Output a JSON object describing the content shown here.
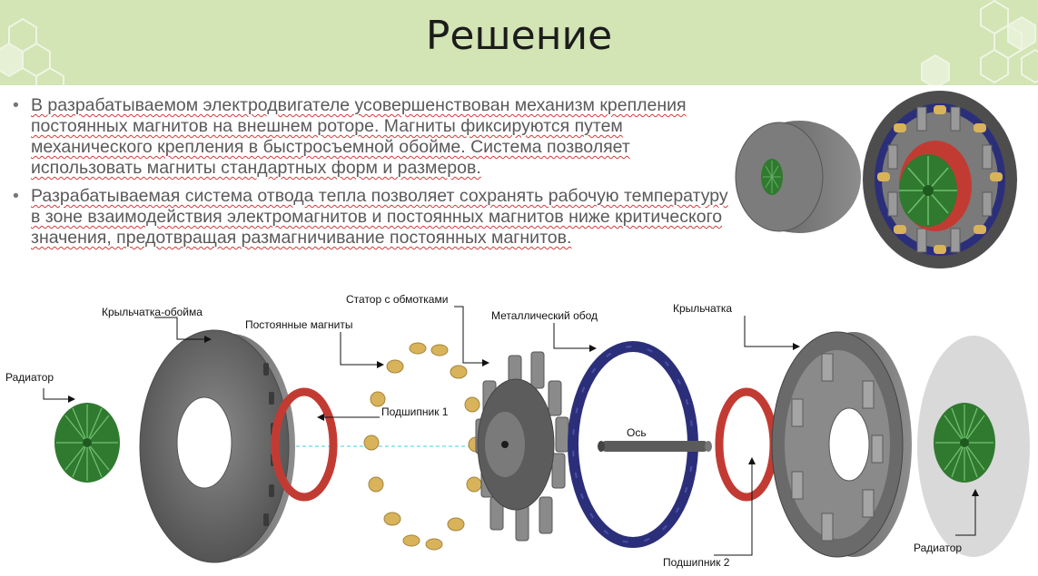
{
  "title": "Решение",
  "bullets": [
    "В разрабатываемом электродвигателе  усовершенствован механизм крепления постоянных магнитов на внешнем роторе. Магниты фиксируются путем механического крепления в быстросъемной обойме. Система позволяет использовать магниты стандартных форм и размеров.",
    "Разрабатываемая система отвода тепла  позволяет сохранять рабочую температуру в зоне взаимодействия электромагнитов и постоянных магнитов ниже  критического значения, предотвращая размагничивание постоянных магнитов."
  ],
  "labels": {
    "radiator_left": "Радиатор",
    "impeller_cage": "Крыльчатка-обойма",
    "permanent_magnets": "Постоянные магниты",
    "stator": "Статор с обмотками",
    "bearing1": "Подшипник 1",
    "metal_rim": "Металлический обод",
    "axis": "Ось",
    "impeller": "Крыльчатка",
    "bearing2": "Подшипник 2",
    "radiator_right": "Радиатор"
  },
  "colors": {
    "header_bg": "#d3e4b5",
    "radiator_green": "#2f7a2f",
    "ring_red": "#c23b33",
    "rim_blue": "#2b2f7a",
    "magnet_gold": "#d9b35a",
    "metal_gray": "#6d6d6d"
  }
}
